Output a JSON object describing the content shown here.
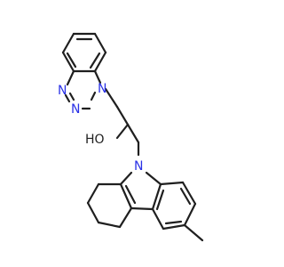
{
  "molecule": {
    "atom_labels": {
      "n_triazole_a": "N",
      "n_triazole_b": "N",
      "n_triazole_c": "N",
      "hydroxyl": "HO",
      "n_carbazole": "N"
    },
    "colors": {
      "bond": "#1f1f1f",
      "nitrogen": "#2a31e6",
      "oxygen_label": "#1f1f1f",
      "background": "#ffffff"
    }
  }
}
